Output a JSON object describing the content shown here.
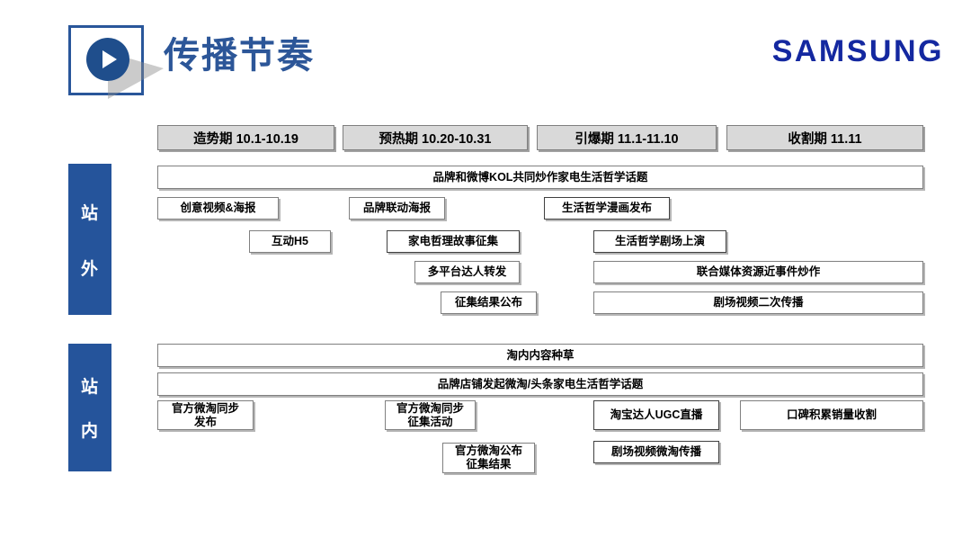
{
  "header": {
    "title": "传播节奏",
    "brand": "SAMSUNG",
    "logo_icon": "play-button-icon"
  },
  "phases": [
    {
      "label": "造势期  10.1-10.19",
      "name": "phase-warmup-1"
    },
    {
      "label": "预热期  10.20-10.31",
      "name": "phase-warmup-2"
    },
    {
      "label": "引爆期  11.1-11.10",
      "name": "phase-peak"
    },
    {
      "label": "收割期  11.11",
      "name": "phase-harvest"
    }
  ],
  "sections": [
    {
      "name": "offsite",
      "sidebar_label_1": "站",
      "sidebar_label_2": "外",
      "boxes": [
        {
          "text": "品牌和微博KOL共同炒作家电生活哲学话题",
          "name": "offsite-kol-topic"
        },
        {
          "text": "创意视频&海报",
          "name": "offsite-creative-video-poster"
        },
        {
          "text": "品牌联动海报",
          "name": "offsite-brand-collab-poster"
        },
        {
          "text": "生活哲学漫画发布",
          "name": "offsite-philosophy-comic-release"
        },
        {
          "text": "互动H5",
          "name": "offsite-interactive-h5"
        },
        {
          "text": "家电哲理故事征集",
          "name": "offsite-appliance-story-collection"
        },
        {
          "text": "生活哲学剧场上演",
          "name": "offsite-philosophy-theater-show"
        },
        {
          "text": "多平台达人转发",
          "name": "offsite-multi-platform-kol-repost"
        },
        {
          "text": "联合媒体资源近事件炒作",
          "name": "offsite-joint-media-hype"
        },
        {
          "text": "征集结果公布",
          "name": "offsite-collection-results-announce"
        },
        {
          "text": "剧场视频二次传播",
          "name": "offsite-theater-video-resharing"
        }
      ]
    },
    {
      "name": "onsite",
      "sidebar_label_1": "站",
      "sidebar_label_2": "内",
      "boxes": [
        {
          "text": "淘内内容种草",
          "name": "onsite-taobao-content-seeding"
        },
        {
          "text": "品牌店铺发起微淘/头条家电生活哲学话题",
          "name": "onsite-store-weitao-toutiao-topic"
        },
        {
          "text": "官方微淘同步\n发布",
          "name": "onsite-official-weitao-sync-release"
        },
        {
          "text": "官方微淘同步\n征集活动",
          "name": "onsite-official-weitao-sync-collection"
        },
        {
          "text": "淘宝达人UGC直播",
          "name": "onsite-taobao-kol-ugc-live"
        },
        {
          "text": "口碑积累销量收割",
          "name": "onsite-reputation-sales-harvest"
        },
        {
          "text": "官方微淘公布\n征集结果",
          "name": "onsite-official-weitao-results"
        },
        {
          "text": "剧场视频微淘传播",
          "name": "onsite-theater-video-weitao-spread"
        }
      ]
    }
  ],
  "colors": {
    "brand_blue": "#1428a0",
    "title_blue": "#2c5698",
    "sidebar_blue": "#25549b",
    "phase_grey": "#d9d9d9",
    "box_border": "#808080"
  }
}
